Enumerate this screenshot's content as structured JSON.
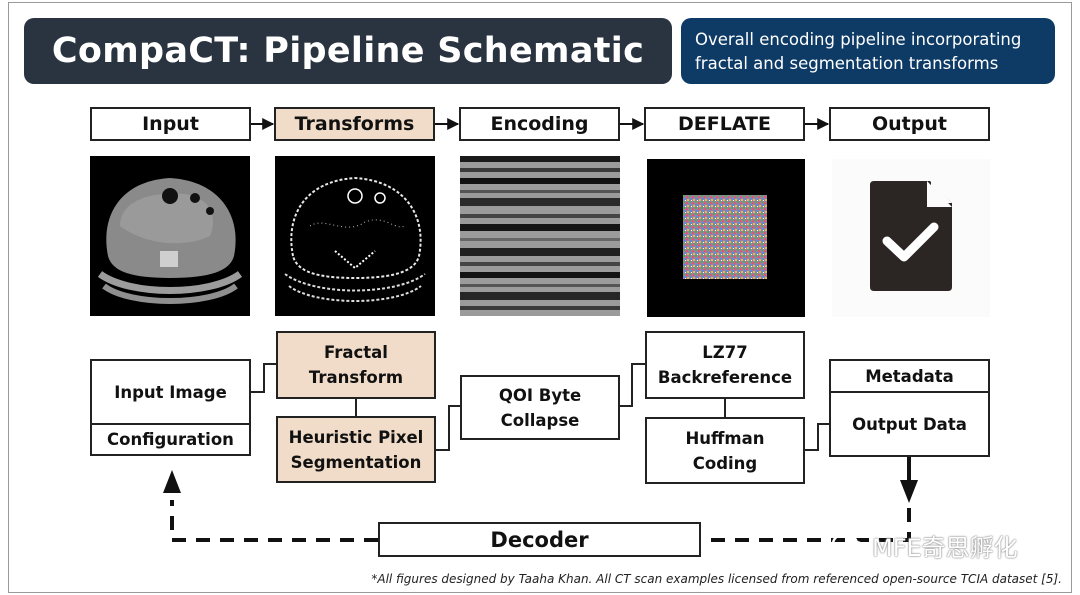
{
  "header": {
    "title": "CompaCT: Pipeline Schematic",
    "subtitle_line1": "Overall encoding pipeline incorporating",
    "subtitle_line2": "fractal and segmentation transforms"
  },
  "stages": [
    "Input",
    "Transforms",
    "Encoding",
    "DEFLATE",
    "Output"
  ],
  "components": {
    "input_image": "Input Image",
    "configuration": "Configuration",
    "fractal_line1": "Fractal",
    "fractal_line2": "Transform",
    "heuristic_line1": "Heuristic Pixel",
    "heuristic_line2": "Segmentation",
    "qoi_line1": "QOI Byte",
    "qoi_line2": "Collapse",
    "lz77_line1": "LZ77",
    "lz77_line2": "Backreference",
    "huffman_line1": "Huffman",
    "huffman_line2": "Coding",
    "metadata": "Metadata",
    "output_data": "Output Data",
    "decoder": "Decoder"
  },
  "footnote": "*All figures designed by Taaha Khan. All CT scan examples licensed from referenced open-source TCIA dataset [5].",
  "watermark": "MFE奇思孵化",
  "colors": {
    "title_bg": "#2a3441",
    "subtitle_bg": "#0d3b66",
    "transform_fill": "#f0dcc8",
    "output_icon": "#2b2523"
  }
}
